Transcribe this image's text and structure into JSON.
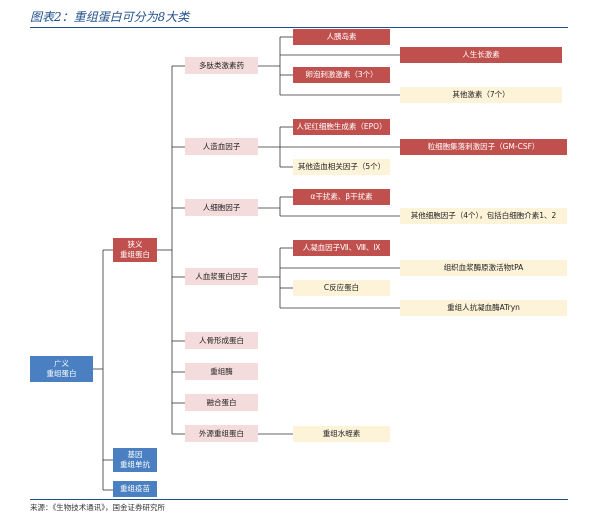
{
  "title": "图表2：重组蛋白可分为8大类",
  "source": "来源：《生物技术通讯》，国金证券研究所",
  "colors": {
    "blue": "#4a7fc1",
    "red": "#c0504d",
    "pink": "#f4dcdc",
    "cream": "#fdf3d9",
    "line": "#333333"
  },
  "root": "广义\n重组蛋白",
  "level1": {
    "narrow": "狭义\n重组蛋白",
    "antibody": "基因\n重组单抗",
    "vaccine": "重组疫苗"
  },
  "categories": [
    "多肽类激素药",
    "人造血因子",
    "人细胞因子",
    "人血浆蛋白因子",
    "人骨形成蛋白",
    "重组酶",
    "融合蛋白",
    "外源重组蛋白"
  ],
  "items": {
    "insulin": "人胰岛素",
    "growth_hormone": "人生长激素",
    "fsh": "卵泡刺激激素（3个）",
    "other_hormones": "其他激素（7个）",
    "epo": "人促红细胞生成素（EPO）",
    "gm_csf": "粒细胞集落刺激因子（GM-CSF）",
    "other_hemato": "其他造血相关因子（5个）",
    "interferon": "α干扰素、β干扰素",
    "other_cytokines": "其他细胞因子（4个），包括白细胞介素1、2",
    "coag": "人凝血因子Ⅶ、Ⅷ、Ⅸ",
    "tpa": "组织血浆酶原激活物tPA",
    "c_protein": "C反应蛋白",
    "atryn": "重组人抗凝血酶ATryn",
    "hirudin": "重组水蛭素"
  }
}
